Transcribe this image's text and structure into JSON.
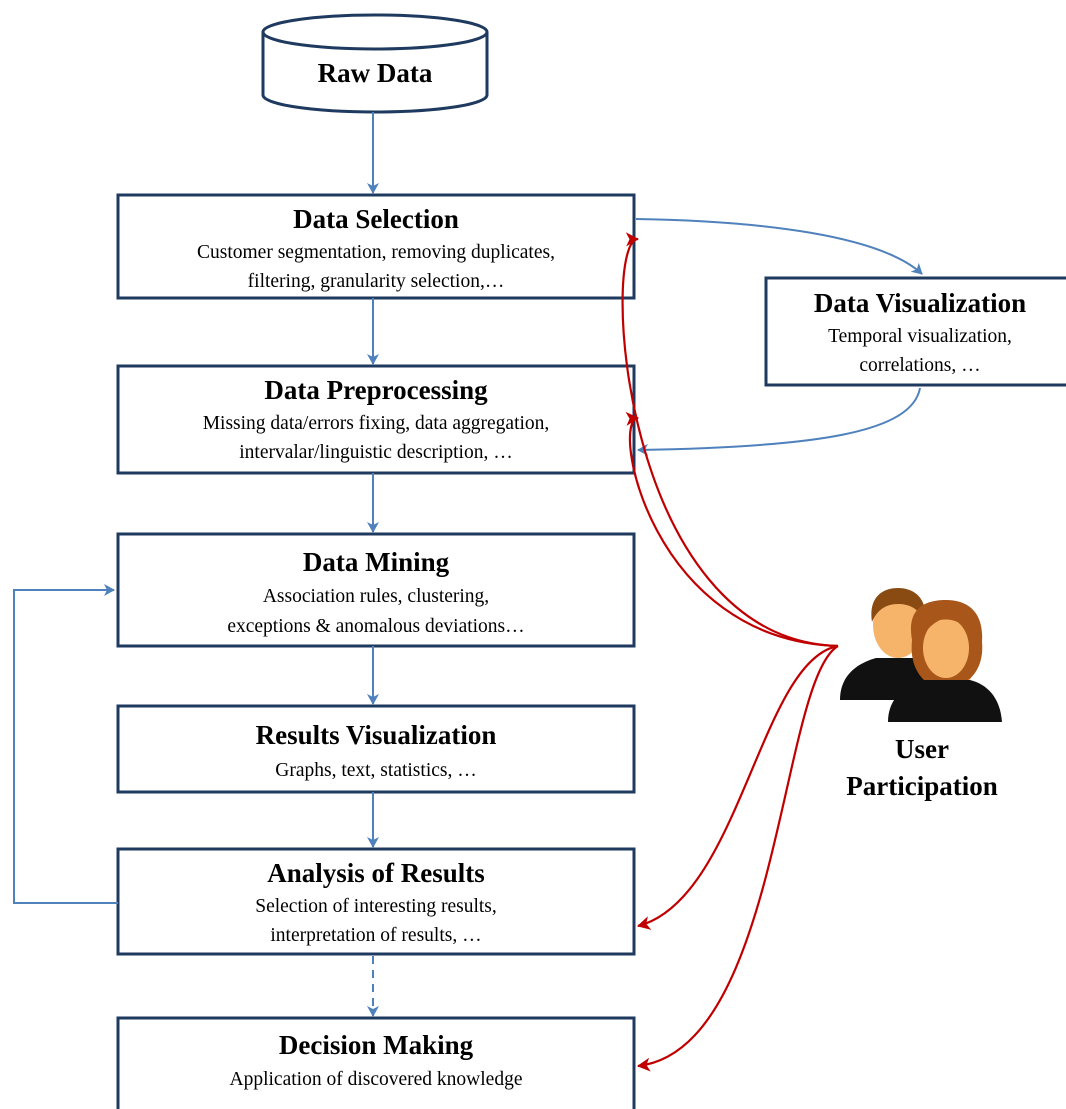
{
  "raw_data": {
    "title": "Raw Data"
  },
  "steps": [
    {
      "title": "Data Selection",
      "lines": [
        "Customer segmentation, removing duplicates,",
        "filtering, granularity selection,…"
      ]
    },
    {
      "title": "Data Preprocessing",
      "lines": [
        "Missing data/errors fixing, data aggregation,",
        "intervalar/linguistic description, …"
      ]
    },
    {
      "title": "Data Mining",
      "lines": [
        "Association rules, clustering,",
        "exceptions & anomalous deviations…"
      ]
    },
    {
      "title": "Results Visualization",
      "lines": [
        "Graphs, text, statistics, …"
      ]
    },
    {
      "title": "Analysis of Results",
      "lines": [
        "Selection of interesting results,",
        "interpretation of results, …"
      ]
    },
    {
      "title": "Decision Making",
      "lines": [
        "Application of discovered knowledge"
      ]
    }
  ],
  "side_box": {
    "title": "Data Visualization",
    "lines": [
      "Temporal visualization,",
      "correlations, …"
    ]
  },
  "user": {
    "line1": "User",
    "line2": "Participation",
    "icon": "users-icon"
  },
  "colors": {
    "box_border": "#1f3a5f",
    "flow_arrow": "#4f81bd",
    "user_arrow": "#c00000",
    "person_back_hair": "#8a4b12",
    "person_front_hair": "#a8561a",
    "skin": "#f6b46a",
    "clothing": "#111111"
  }
}
